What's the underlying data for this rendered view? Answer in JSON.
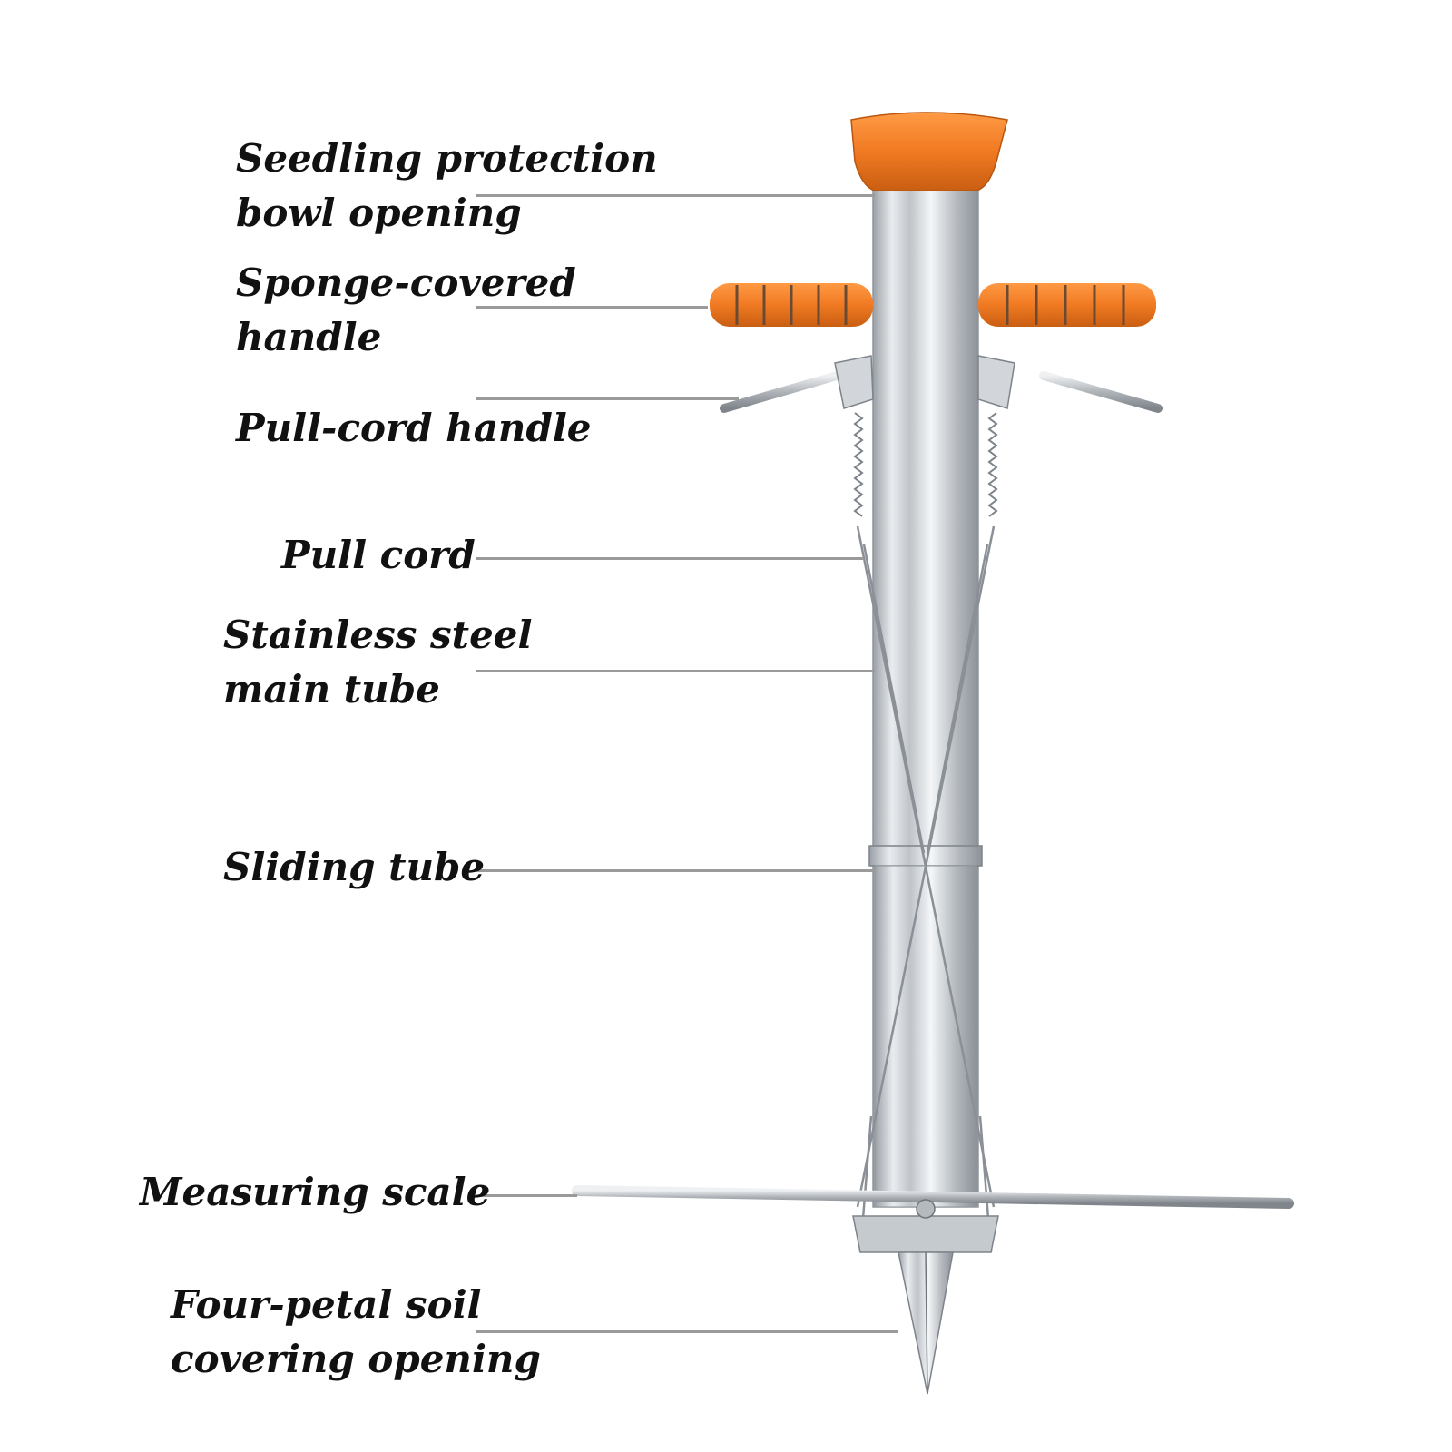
{
  "labels": [
    {
      "id": "bowl",
      "lines": [
        "Seedling protection",
        "bowl opening"
      ]
    },
    {
      "id": "handle",
      "lines": [
        "Sponge-covered",
        "handle"
      ]
    },
    {
      "id": "pullhandle",
      "lines": [
        "Pull-cord handle"
      ]
    },
    {
      "id": "cord",
      "lines": [
        "Pull cord"
      ]
    },
    {
      "id": "maintube",
      "lines": [
        "Stainless steel",
        "main tube"
      ]
    },
    {
      "id": "sliding",
      "lines": [
        "Sliding tube"
      ]
    },
    {
      "id": "scale",
      "lines": [
        "Measuring scale"
      ]
    },
    {
      "id": "petal",
      "lines": [
        "Four-petal soil",
        "covering opening"
      ]
    }
  ],
  "colors": {
    "orange": "#f07a22",
    "steel": "#c9cdd2",
    "leader": "#9a9a9a",
    "text": "#111111"
  }
}
